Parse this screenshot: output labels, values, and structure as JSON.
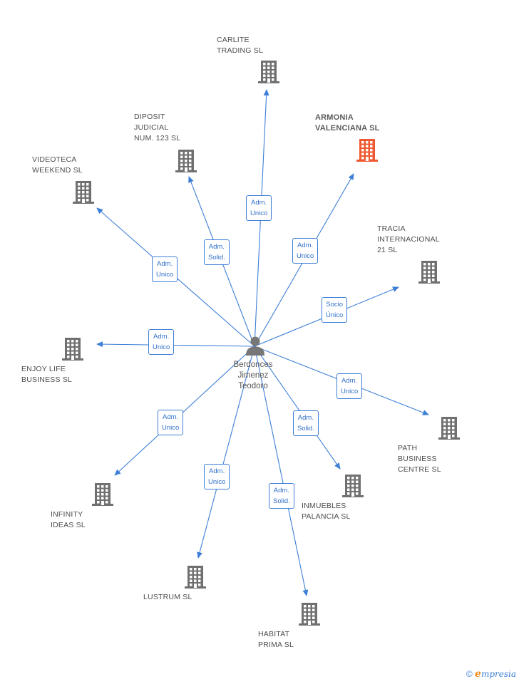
{
  "colors": {
    "edge": "#3d7fd6",
    "building": "#707070",
    "highlight": "#ef5a32"
  },
  "person": {
    "icon": "person-icon",
    "label": "Berdonces\nJimenez\nTeodoro"
  },
  "companies": [
    {
      "id": "carlite",
      "label": "CARLITE\nTRADING SL",
      "highlighted": false
    },
    {
      "id": "armonia",
      "label": "ARMONIA\nVALENCIANA SL",
      "highlighted": true
    },
    {
      "id": "diposit",
      "label": "DIPOSIT\nJUDICIAL\nNUM. 123 SL",
      "highlighted": false
    },
    {
      "id": "videoteca",
      "label": "VIDEOTECA\nWEEKEND SL",
      "highlighted": false
    },
    {
      "id": "tracia",
      "label": "TRACIA\nINTERNACIONAL\n21 SL",
      "highlighted": false
    },
    {
      "id": "enjoy",
      "label": "ENJOY LIFE\nBUSINESS SL",
      "highlighted": false
    },
    {
      "id": "path",
      "label": "PATH\nBUSINESS\nCENTRE SL",
      "highlighted": false
    },
    {
      "id": "infinity",
      "label": "INFINITY\nIDEAS SL",
      "highlighted": false
    },
    {
      "id": "inmuebles",
      "label": "INMUEBLES\nPALANCIA SL",
      "highlighted": false
    },
    {
      "id": "lustrum",
      "label": "LUSTRUM SL",
      "highlighted": false
    },
    {
      "id": "habitat",
      "label": "HABITAT\nPRIMA SL",
      "highlighted": false
    }
  ],
  "edges": [
    {
      "to": "carlite",
      "label": "Adm.\nUnico"
    },
    {
      "to": "armonia",
      "label": "Adm.\nUnico"
    },
    {
      "to": "diposit",
      "label": "Adm.\nSolid."
    },
    {
      "to": "videoteca",
      "label": "Adm.\nUnico"
    },
    {
      "to": "tracia",
      "label": "Socio\nÚnico"
    },
    {
      "to": "enjoy",
      "label": "Adm.\nUnico"
    },
    {
      "to": "path",
      "label": "Adm.\nUnico"
    },
    {
      "to": "infinity",
      "label": "Adm.\nUnico"
    },
    {
      "to": "inmuebles",
      "label": "Adm.\nSolid."
    },
    {
      "to": "lustrum",
      "label": "Adm.\nUnico"
    },
    {
      "to": "habitat",
      "label": "Adm.\nSolid."
    }
  ],
  "footer": {
    "copyright": "©",
    "brand_initial": "e",
    "brand_rest": "mpresia"
  }
}
